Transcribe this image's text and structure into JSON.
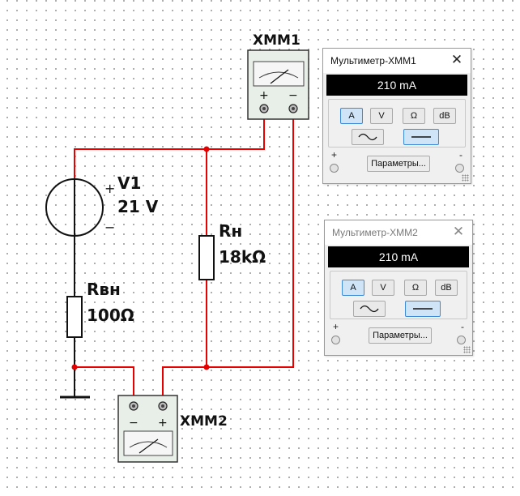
{
  "schematic": {
    "meter1_label": "XMM1",
    "meter2_label": "XMM2",
    "v1_name": "V1",
    "v1_value": "21 V",
    "rh_name": "Rн",
    "rh_value": "18kΩ",
    "rvn_name": "Rвн",
    "rvn_value": "100Ω",
    "plus_sign": "+",
    "minus_sign": "−",
    "wire_color": "#e60000"
  },
  "panel1": {
    "title": "Мультиметр-XMM1",
    "close": "✕",
    "reading": "210 mA",
    "buttons": {
      "amps": "A",
      "volts": "V",
      "ohms": "Ω",
      "db": "dB"
    },
    "params_label": "Параметры...",
    "plus": "+",
    "minus": "-",
    "active": true
  },
  "panel2": {
    "title": "Мультиметр-XMM2",
    "close": "✕",
    "reading": "210 mA",
    "buttons": {
      "amps": "A",
      "volts": "V",
      "ohms": "Ω",
      "db": "dB"
    },
    "params_label": "Параметры...",
    "plus": "+",
    "minus": "-",
    "active": false
  }
}
